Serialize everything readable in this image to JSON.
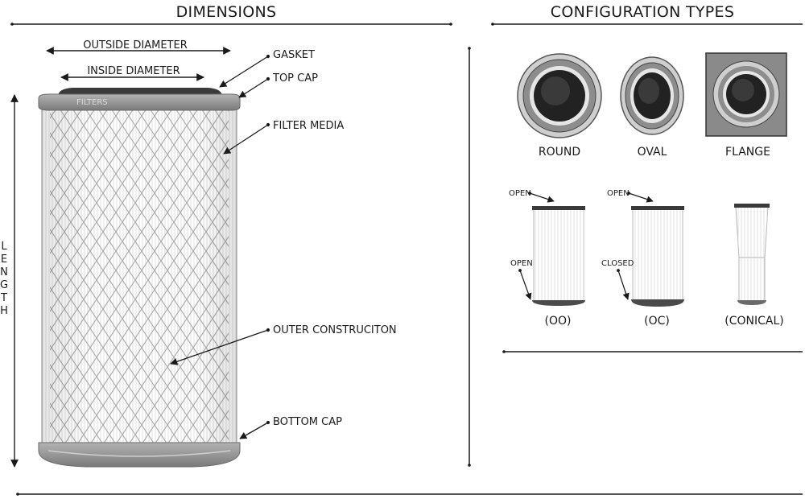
{
  "dimensions": {
    "heading": "DIMENSIONS",
    "outside_diameter": "OUTSIDE DIAMETER",
    "inside_diameter": "INSIDE DIAMETER",
    "length_letters": [
      "L",
      "E",
      "N",
      "G",
      "T",
      "H"
    ],
    "callouts": {
      "gasket": "GASKET",
      "top_cap": "TOP CAP",
      "filter_media": "FILTER MEDIA",
      "outer_construction": "OUTER CONSTRUCITON",
      "bottom_cap": "BOTTOM CAP"
    },
    "brand_mark": "FILTERS"
  },
  "configuration": {
    "heading": "CONFIGURATION TYPES",
    "shapes": [
      {
        "label": "ROUND",
        "icon": "round-cap-icon"
      },
      {
        "label": "OVAL",
        "icon": "oval-cap-icon"
      },
      {
        "label": "FLANGE",
        "icon": "flange-cap-icon"
      }
    ],
    "ends": [
      {
        "label": "(OO)",
        "top_note": "OPEN",
        "bottom_note": "OPEN"
      },
      {
        "label": "(OC)",
        "top_note": "OPEN",
        "bottom_note": "CLOSED"
      },
      {
        "label": "(CONICAL)"
      }
    ]
  },
  "colors": {
    "line": "#1a1a1a",
    "cap_gray": "#8f8f8f",
    "gasket": "#3a3a3a",
    "media_mesh": "#9a9a9a",
    "flange_fill": "#8a8a8a",
    "inner_dark": "#222222"
  }
}
